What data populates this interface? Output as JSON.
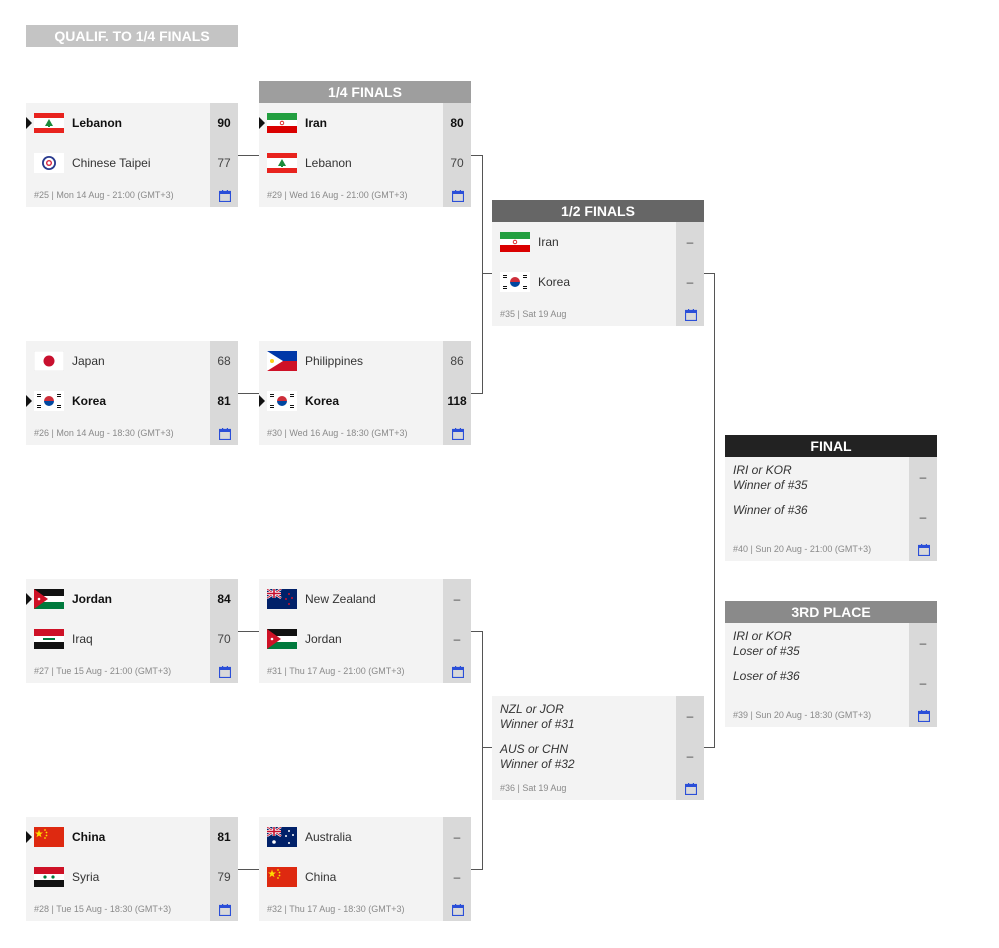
{
  "stages": {
    "qualif": "QUALIF. TO 1/4 FINALS",
    "quarter": "1/4 FINALS",
    "semi": "1/2 FINALS",
    "final": "FINAL",
    "third": "3RD PLACE"
  },
  "colors": {
    "qualif_bg": "#c4c4c4",
    "quarter_bg": "#9e9e9e",
    "semi_bg": "#666666",
    "final_bg": "#222222",
    "third_bg": "#8a8a8a"
  },
  "matches": {
    "m25": {
      "team1": "Lebanon",
      "score1": "90",
      "team2": "Chinese Taipei",
      "score2": "77",
      "info": "#25 | Mon 14 Aug - 21:00 (GMT+3)"
    },
    "m26": {
      "team1": "Japan",
      "score1": "68",
      "team2": "Korea",
      "score2": "81",
      "info": "#26 | Mon 14 Aug - 18:30 (GMT+3)"
    },
    "m27": {
      "team1": "Jordan",
      "score1": "84",
      "team2": "Iraq",
      "score2": "70",
      "info": "#27 | Tue 15 Aug - 21:00 (GMT+3)"
    },
    "m28": {
      "team1": "China",
      "score1": "81",
      "team2": "Syria",
      "score2": "79",
      "info": "#28 | Tue 15 Aug - 18:30 (GMT+3)"
    },
    "m29": {
      "team1": "Iran",
      "score1": "80",
      "team2": "Lebanon",
      "score2": "70",
      "info": "#29 | Wed 16 Aug - 21:00 (GMT+3)"
    },
    "m30": {
      "team1": "Philippines",
      "score1": "86",
      "team2": "Korea",
      "score2": "118",
      "info": "#30 | Wed 16 Aug - 18:30 (GMT+3)"
    },
    "m31": {
      "team1": "New Zealand",
      "score1": "–",
      "team2": "Jordan",
      "score2": "–",
      "info": "#31 | Thu 17 Aug - 21:00 (GMT+3)"
    },
    "m32": {
      "team1": "Australia",
      "score1": "–",
      "team2": "China",
      "score2": "–",
      "info": "#32 | Thu 17 Aug - 18:30 (GMT+3)"
    },
    "m35": {
      "team1": "Iran",
      "score1": "–",
      "team2": "Korea",
      "score2": "–",
      "info": "#35 | Sat 19 Aug"
    },
    "m36": {
      "team1_a": "NZL or JOR",
      "team1_b": "Winner of #31",
      "score1": "–",
      "team2_a": "AUS or CHN",
      "team2_b": "Winner of #32",
      "score2": "–",
      "info": "#36 | Sat 19 Aug"
    },
    "m40": {
      "team1_a": "IRI or KOR",
      "team1_b": "Winner of #35",
      "score1": "–",
      "team2_a": "",
      "team2_b": "Winner of #36",
      "score2": "–",
      "info": "#40 | Sun 20 Aug - 21:00 (GMT+3)"
    },
    "m39": {
      "team1_a": "IRI or KOR",
      "team1_b": "Loser of #35",
      "score1": "–",
      "team2_a": "",
      "team2_b": "Loser of #36",
      "score2": "–",
      "info": "#39 | Sun 20 Aug - 18:30 (GMT+3)"
    }
  }
}
